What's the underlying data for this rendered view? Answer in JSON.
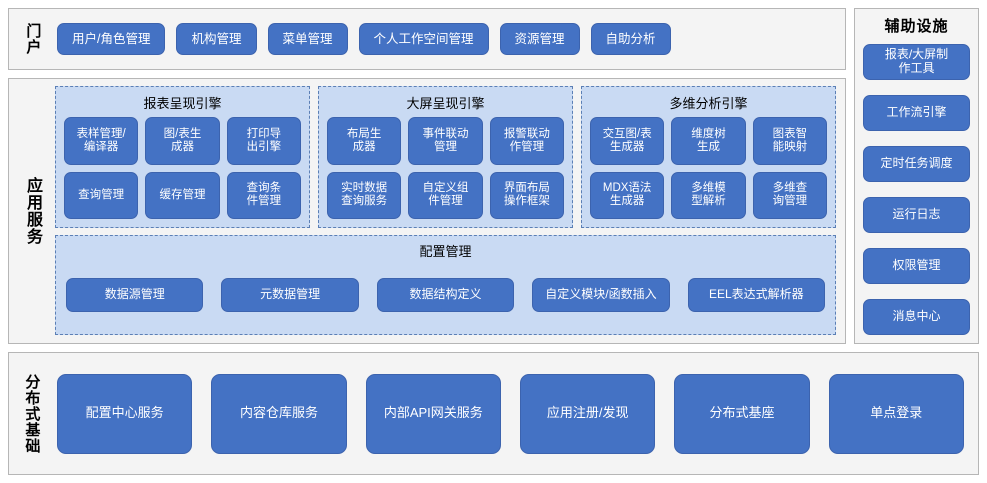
{
  "colors": {
    "button_blue": "#4472C4",
    "group_light_blue": "#C9DAF3",
    "section_bg": "#F4F4F4",
    "section_border": "#B6B6B6",
    "group_border_dashed": "#5B7FB5",
    "button_text": "#FFFFFF"
  },
  "portal": {
    "label": "门户",
    "buttons": [
      {
        "label": "用户/角色管理"
      },
      {
        "label": "机构管理"
      },
      {
        "label": "菜单管理"
      },
      {
        "label": "个人工作空间管理"
      },
      {
        "label": "资源管理"
      },
      {
        "label": "自助分析"
      }
    ]
  },
  "auxiliary": {
    "title": "辅助设施",
    "items": [
      {
        "label": "报表/大屏制\n作工具"
      },
      {
        "label": "工作流引擎"
      },
      {
        "label": "定时任务调度"
      },
      {
        "label": "运行日志"
      },
      {
        "label": "权限管理"
      },
      {
        "label": "消息中心"
      }
    ]
  },
  "application_services": {
    "label": "应用服务",
    "engines": [
      {
        "title": "报表呈现引擎",
        "items": [
          {
            "label": "表样管理/\n编译器"
          },
          {
            "label": "图/表生\n成器"
          },
          {
            "label": "打印导\n出引擎"
          },
          {
            "label": "查询管理"
          },
          {
            "label": "缓存管理"
          },
          {
            "label": "查询条\n件管理"
          }
        ]
      },
      {
        "title": "大屏呈现引擎",
        "items": [
          {
            "label": "布局生\n成器"
          },
          {
            "label": "事件联动\n管理"
          },
          {
            "label": "报警联动\n作管理"
          },
          {
            "label": "实时数据\n查询服务"
          },
          {
            "label": "自定义组\n件管理"
          },
          {
            "label": "界面布局\n操作框架"
          }
        ]
      },
      {
        "title": "多维分析引擎",
        "items": [
          {
            "label": "交互图/表\n生成器"
          },
          {
            "label": "维度树\n生成"
          },
          {
            "label": "图表智\n能映射"
          },
          {
            "label": "MDX语法\n生成器"
          },
          {
            "label": "多维模\n型解析"
          },
          {
            "label": "多维查\n询管理"
          }
        ]
      }
    ],
    "config": {
      "title": "配置管理",
      "items": [
        {
          "label": "数据源管理"
        },
        {
          "label": "元数据管理"
        },
        {
          "label": "数据结构定义"
        },
        {
          "label": "自定义模块/函数插入"
        },
        {
          "label": "EEL表达式解析器"
        }
      ]
    }
  },
  "distributed_base": {
    "label": "分布式基础",
    "items": [
      {
        "label": "配置中心服务"
      },
      {
        "label": "内容仓库服务"
      },
      {
        "label": "内部API网关服务"
      },
      {
        "label": "应用注册/发现"
      },
      {
        "label": "分布式基座"
      },
      {
        "label": "单点登录"
      }
    ]
  }
}
